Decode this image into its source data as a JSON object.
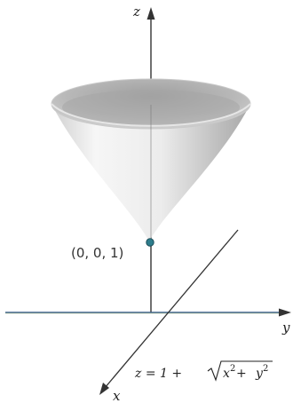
{
  "axes": {
    "x_label": "x",
    "y_label": "y",
    "z_label": "z"
  },
  "point": {
    "label": "(0, 0, 1)",
    "color": "#2e7d8c"
  },
  "equation": {
    "lhs": "z = 1 + ",
    "x": "x",
    "plus": " + ",
    "y": "y",
    "exp": "2"
  },
  "colors": {
    "axis": "#333333",
    "y_axis_accent": "#4a7ab0",
    "cone_light": "#f4f4f4",
    "cone_mid": "#c4c4c4",
    "cone_dark": "#9a9a9a"
  }
}
